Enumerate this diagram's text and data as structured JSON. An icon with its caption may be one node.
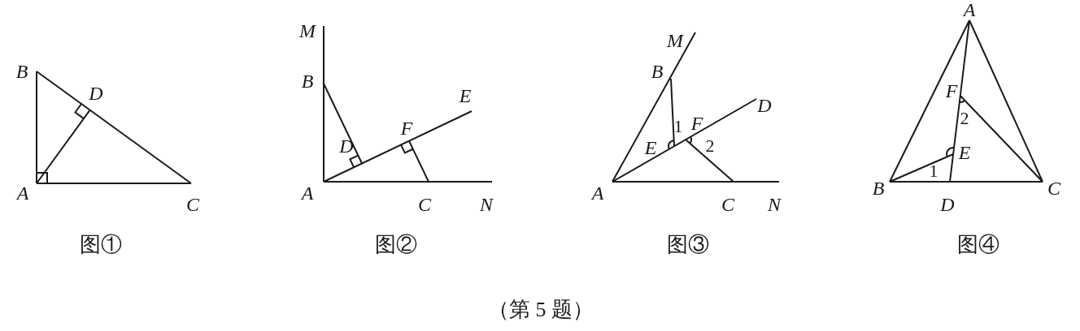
{
  "diagram": {
    "caption": "（第 5 题）",
    "labels": [
      "B",
      "D",
      "A",
      "C",
      "M",
      "B",
      "E",
      "F",
      "D",
      "A",
      "C",
      "N",
      "M",
      "B",
      "D",
      "1",
      "F",
      "E",
      "2",
      "A",
      "C",
      "N",
      "A",
      "F",
      "2",
      "E",
      "1",
      "B",
      "D",
      "C",
      "图①",
      "图②",
      "图③",
      "图④"
    ]
  }
}
